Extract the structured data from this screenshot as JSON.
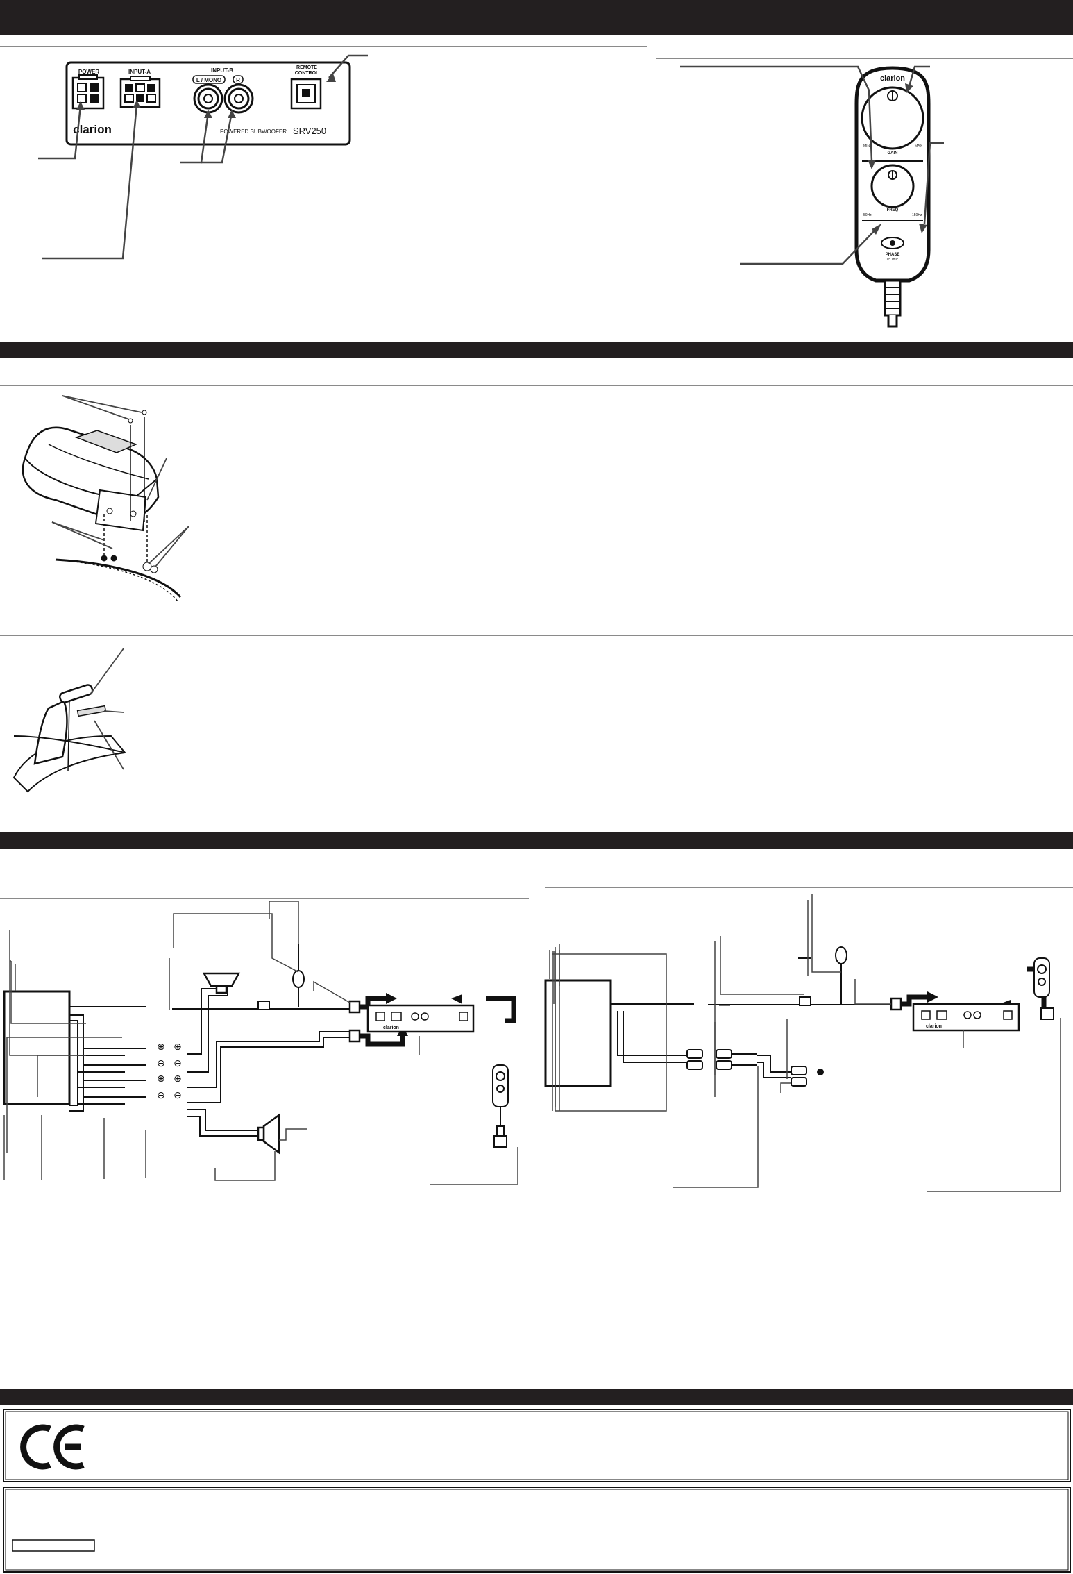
{
  "panel": {
    "power_label": "POWER",
    "input_a_label": "INPUT-A",
    "input_b_label": "INPUT-B",
    "l_mono_label": "L / MONO",
    "r_label": "R",
    "remote_label_line1": "REMOTE",
    "remote_label_line2": "CONTROL",
    "brand": "clarion",
    "model_caption": "POWERED SUBWOOFER",
    "model": "SRV250"
  },
  "remote": {
    "brand": "clarion",
    "knob1_label": "GAIN",
    "knob1_min": "MIN",
    "knob1_max": "MAX",
    "knob2_label": "FREQ",
    "knob2_min": "50Hz",
    "knob2_max": "150Hz",
    "phase_label": "PHASE",
    "phase_sub": "0°   180°"
  },
  "wiring": {
    "plus": "⊕",
    "minus": "⊖",
    "unit_brand": "clarion"
  },
  "colors": {
    "band": "#231f20",
    "line": "#1a1a1a",
    "rule": "#8a8a8a"
  }
}
